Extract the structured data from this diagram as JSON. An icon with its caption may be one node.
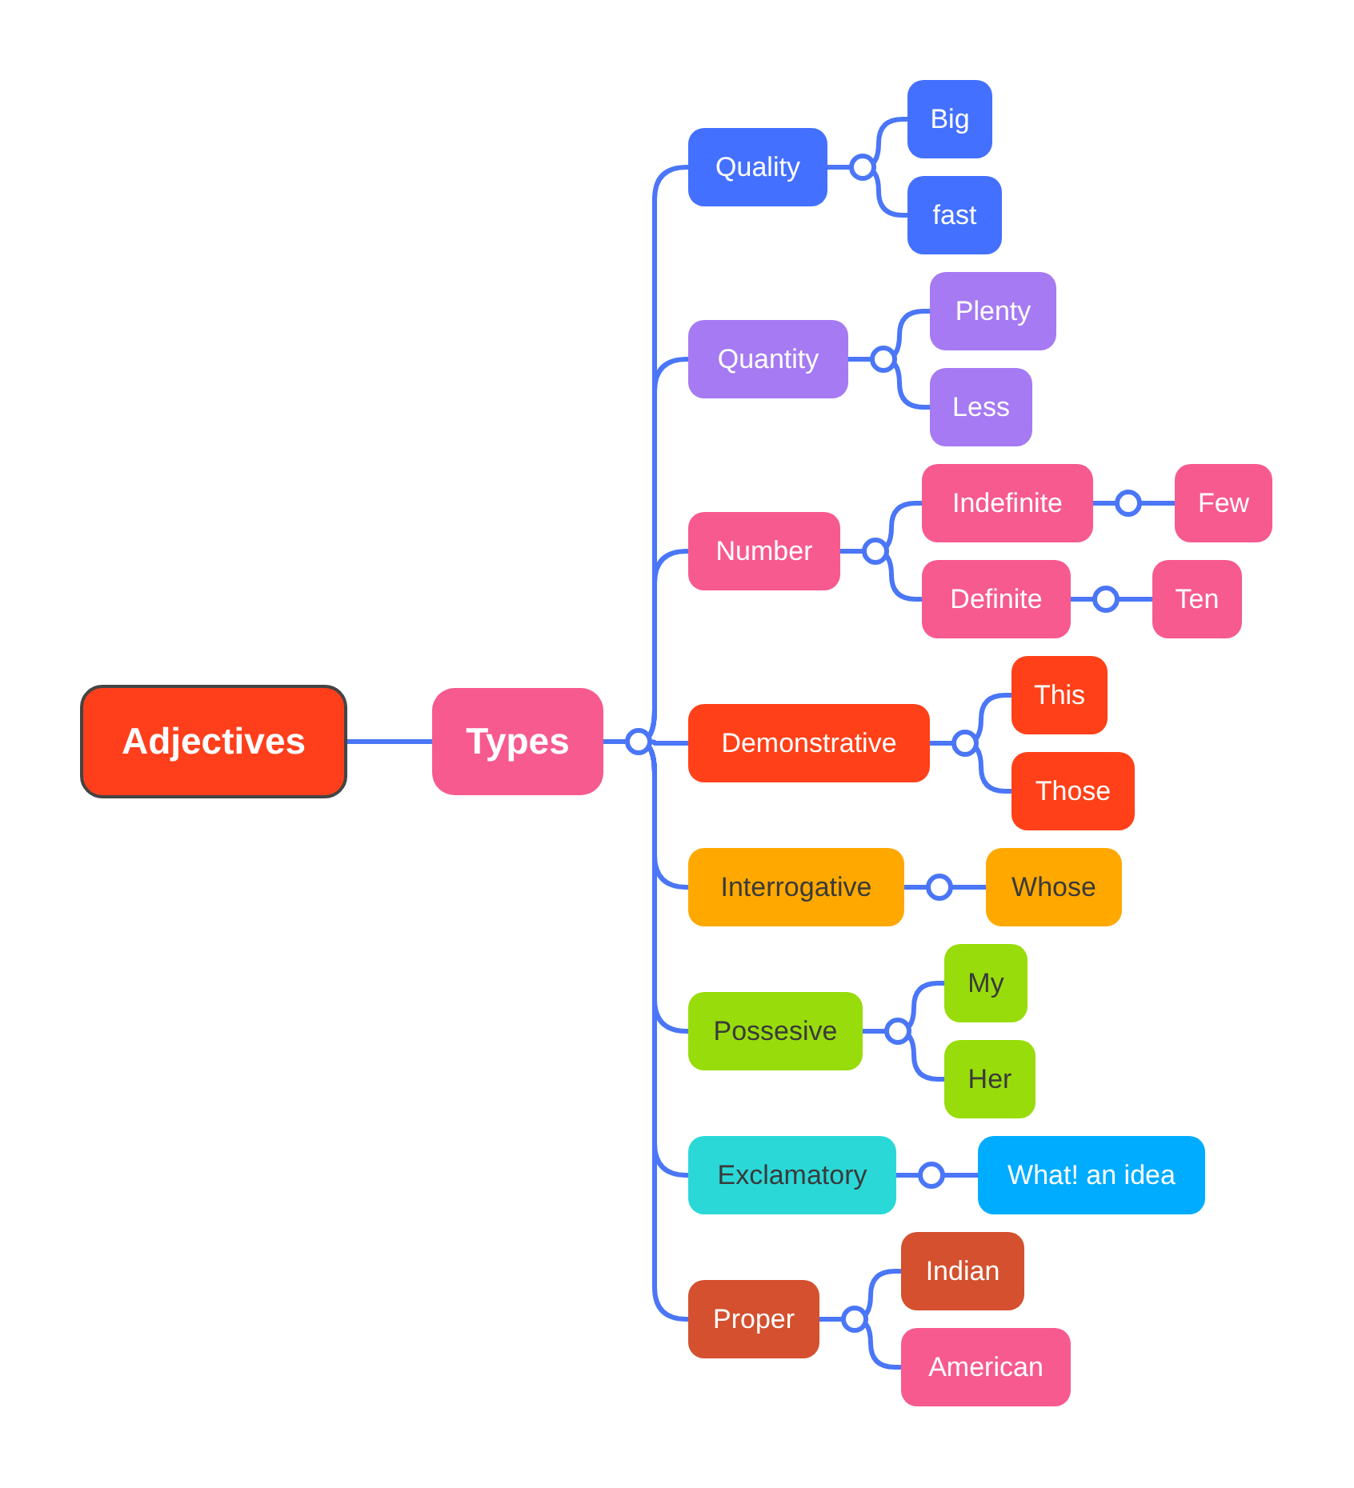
{
  "diagram": {
    "nodes": [
      {
        "text": [
          "Adjectives"
        ]
      },
      {
        "text": [
          "Types"
        ]
      },
      {
        "text": [
          "Quality"
        ]
      },
      {
        "text": [
          "Big"
        ]
      },
      {
        "text": [
          "fast"
        ]
      },
      {
        "text": [
          "Quantity"
        ]
      },
      {
        "text": [
          "Plenty"
        ]
      },
      {
        "text": [
          "Less"
        ]
      },
      {
        "text": [
          "Number"
        ]
      },
      {
        "text": [
          "Indefinite"
        ]
      },
      {
        "text": [
          "Few"
        ]
      },
      {
        "text": [
          "Definite"
        ]
      },
      {
        "text": [
          "Ten"
        ]
      },
      {
        "text": [
          "Demonstrative"
        ]
      },
      {
        "text": [
          "This"
        ]
      },
      {
        "text": [
          "Those"
        ]
      },
      {
        "text": [
          "Interrogative"
        ]
      },
      {
        "text": [
          "Whose"
        ]
      },
      {
        "text": [
          "Possesive"
        ]
      },
      {
        "text": [
          "My"
        ]
      },
      {
        "text": [
          "Her"
        ]
      },
      {
        "text": [
          "Exclamatory"
        ]
      },
      {
        "text": [
          "What! an idea"
        ]
      },
      {
        "text": [
          "Proper"
        ]
      },
      {
        "text": [
          "Indian"
        ]
      },
      {
        "text": [
          "American"
        ]
      }
    ],
    "edges": [
      {
        "from": 0,
        "to": 1,
        "arrow": "none"
      },
      {
        "from": 1,
        "to": 2,
        "arrow": "none"
      },
      {
        "from": 1,
        "to": 5,
        "arrow": "none"
      },
      {
        "from": 1,
        "to": 8,
        "arrow": "none"
      },
      {
        "from": 1,
        "to": 13,
        "arrow": "none"
      },
      {
        "from": 1,
        "to": 16,
        "arrow": "none"
      },
      {
        "from": 1,
        "to": 18,
        "arrow": "none"
      },
      {
        "from": 1,
        "to": 21,
        "arrow": "none"
      },
      {
        "from": 1,
        "to": 23,
        "arrow": "none"
      },
      {
        "from": 2,
        "to": 3,
        "arrow": "none"
      },
      {
        "from": 2,
        "to": 4,
        "arrow": "none"
      },
      {
        "from": 5,
        "to": 6,
        "arrow": "none"
      },
      {
        "from": 5,
        "to": 7,
        "arrow": "none"
      },
      {
        "from": 8,
        "to": 9,
        "arrow": "none"
      },
      {
        "from": 8,
        "to": 11,
        "arrow": "none"
      },
      {
        "from": 9,
        "to": 10,
        "arrow": "none"
      },
      {
        "from": 11,
        "to": 12,
        "arrow": "none"
      },
      {
        "from": 13,
        "to": 14,
        "arrow": "none"
      },
      {
        "from": 13,
        "to": 15,
        "arrow": "none"
      },
      {
        "from": 16,
        "to": 17,
        "arrow": "none"
      },
      {
        "from": 18,
        "to": 19,
        "arrow": "none"
      },
      {
        "from": 18,
        "to": 20,
        "arrow": "none"
      },
      {
        "from": 21,
        "to": 22,
        "arrow": "none"
      },
      {
        "from": 23,
        "to": 24,
        "arrow": "none"
      },
      {
        "from": 23,
        "to": 25,
        "arrow": "none"
      }
    ]
  }
}
